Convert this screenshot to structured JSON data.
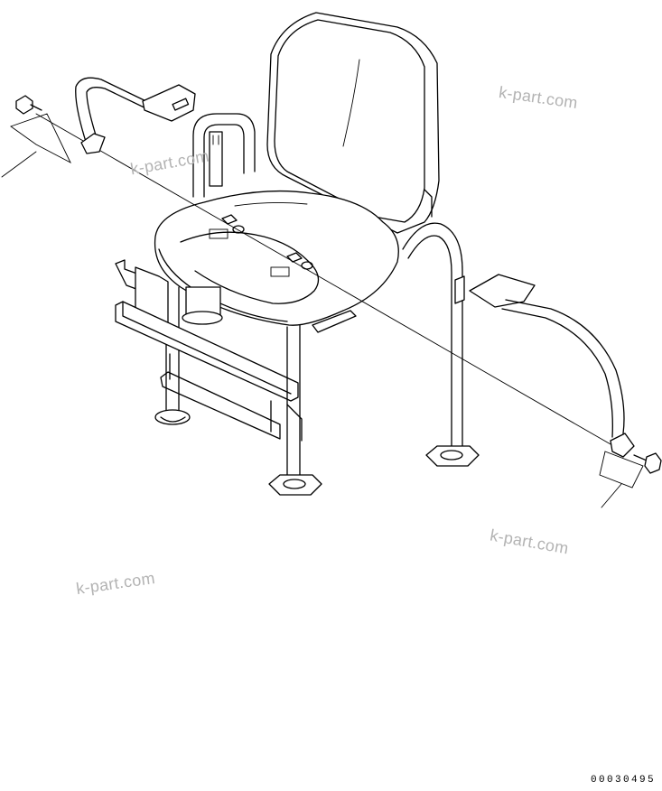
{
  "watermarks": [
    "k-part.com",
    "k-part.com",
    "k-part.com",
    "k-part.com"
  ],
  "figure_code": "00030495"
}
